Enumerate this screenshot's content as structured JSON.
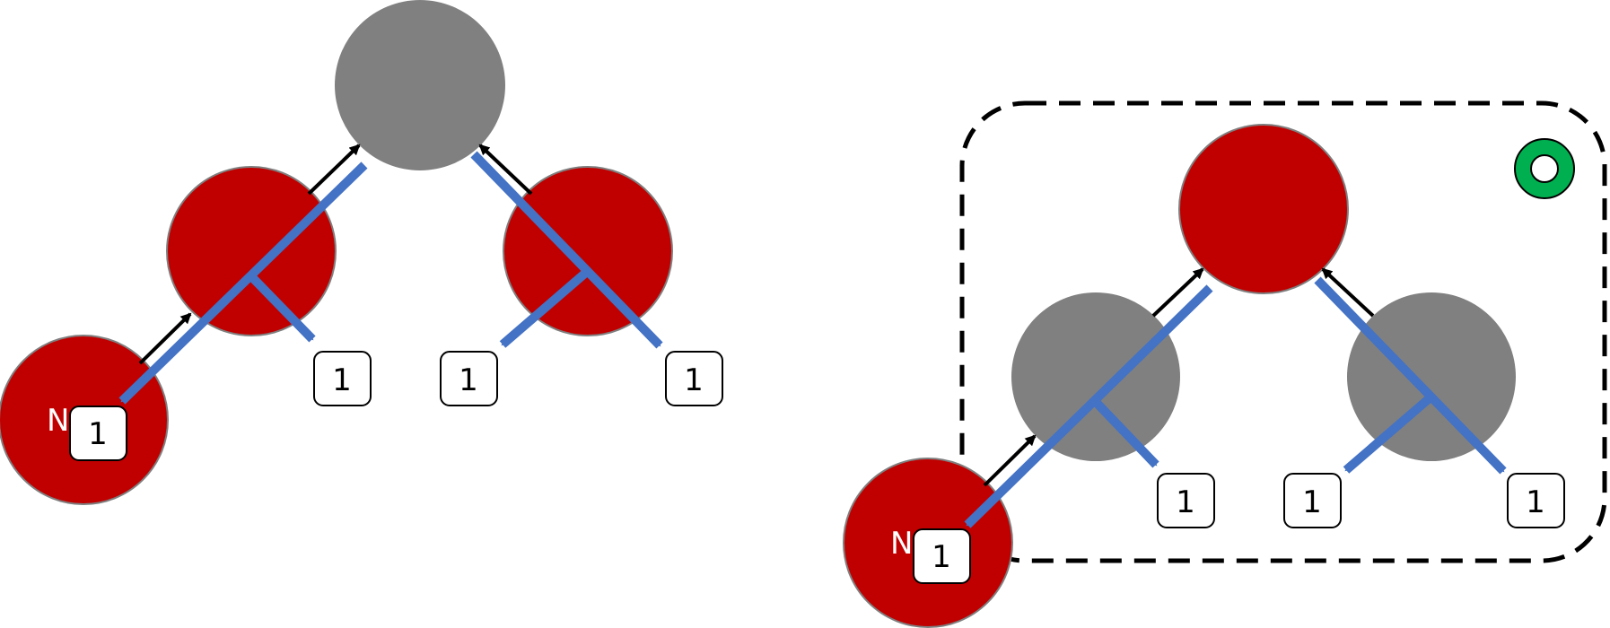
{
  "colors": {
    "red_node": "#C00000",
    "gray_node": "#808080",
    "blue_arrow": "#4472C4",
    "black_arrow": "#000000",
    "ok_badge": "#00B050",
    "dashed_border": "#000000"
  },
  "left_tree": {
    "root": {
      "state": "gray"
    },
    "left_child": {
      "state": "red"
    },
    "right_child": {
      "state": "red"
    },
    "leaf": {
      "state": "red",
      "text": "N"
    },
    "labels": [
      "1",
      "1",
      "1",
      "1"
    ]
  },
  "right_tree": {
    "root": {
      "state": "red"
    },
    "left_child": {
      "state": "gray"
    },
    "right_child": {
      "state": "gray"
    },
    "leaf": {
      "state": "red",
      "text": "N"
    },
    "labels": [
      "1",
      "1",
      "1",
      "1"
    ],
    "status_icon": "ok-ring-icon"
  }
}
